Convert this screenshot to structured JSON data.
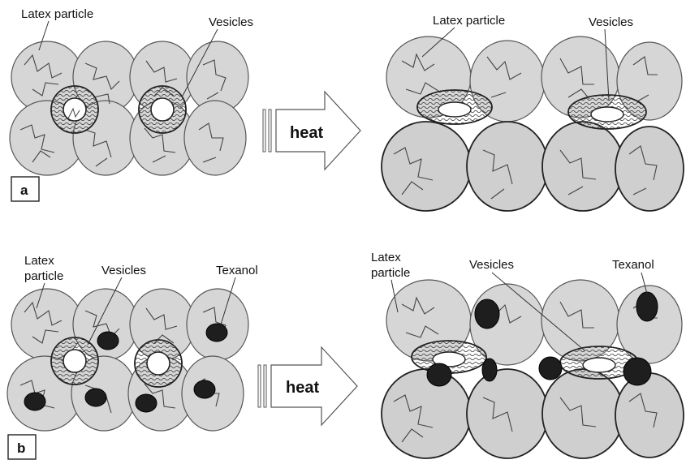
{
  "panel_a": {
    "label": "a",
    "left_labels": {
      "latex": "Latex particle",
      "vesicles": "Vesicles"
    },
    "right_labels": {
      "latex": "Latex particle",
      "vesicles": "Vesicles"
    },
    "arrow_text": "heat"
  },
  "panel_b": {
    "label": "b",
    "left_labels": {
      "latex_line1": "Latex",
      "latex_line2": "particle",
      "vesicles": "Vesicles",
      "texanol": "Texanol"
    },
    "right_labels": {
      "latex_line1": "Latex",
      "latex_line2": "particle",
      "vesicles": "Vesicles",
      "texanol": "Texanol"
    },
    "arrow_text": "heat"
  },
  "colors": {
    "particle_fill": "#d6d6d6",
    "particle_stroke": "#555555",
    "chain": "#444444",
    "texanol": "#1e1e1e",
    "arrow": "#ffffff"
  }
}
